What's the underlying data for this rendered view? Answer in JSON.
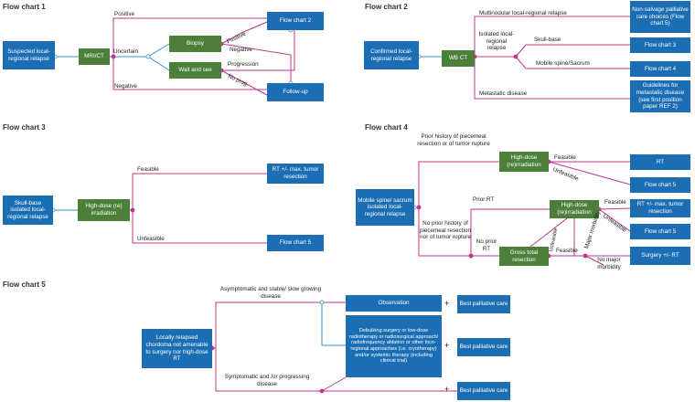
{
  "titles": {
    "fc1": "Flow chart 1",
    "fc2": "Flow chart 2",
    "fc3": "Flow chart 3",
    "fc4": "Flow chart 4",
    "fc5": "Flow chart 5"
  },
  "fc1": {
    "suspected": "Suspected local-regional relapse",
    "mri": "MRI/CT",
    "biopsy": "Biopsy",
    "wait": "Wait and see",
    "flowchart2": "Flow chart 2",
    "followup": "Follow-up",
    "positive_top": "Positive",
    "uncertain": "Uncertain",
    "negative_bottom": "Negative",
    "positive_biopsy": "Positive",
    "negative_biopsy": "Negative",
    "progression": "Progression",
    "no_prog": "No prog."
  },
  "fc2": {
    "confirmed": "Confirmed local-regional relapse",
    "wbct": "WB CT",
    "multinodular": "Multinodular local-regional relapse",
    "isolated": "Isolated local-regional relapse",
    "skull_base": "Skull-base",
    "mobile_spine": "Mobile spine/Sacrum",
    "metastatic": "Metastatic disease",
    "nonsalvage": "Non-salvage palliative care choices (Flow chart 5)",
    "flowchart3": "Flow chart 3",
    "flowchart4": "Flow chart 4",
    "guidelines": "Guidelines for metastatic disease (see first position paper REF 2)"
  },
  "fc3": {
    "skullbase": "Skull-base isolated local-regional relapse",
    "highdose": "High-dose (re) irradiation",
    "feasible": "Feasible",
    "unfeasible": "Unfeasible",
    "rt_resection": "RT +/- max. tumor resection",
    "flowchart5": "Flow chart 5"
  },
  "fc4": {
    "mobile": "Mobile spine/ sacrum isolated local-regional relapse",
    "prior_piecemeal": "Prior history of piecemeal resection or of tumor rupture",
    "highdose_top": "High-dose (re)irradiation",
    "feasible_top": "Feasible",
    "unfeasible_top": "Unfeasible",
    "rt": "RT",
    "flowchart5_top": "Flow chart 5",
    "prior_rt": "Prior RT",
    "highdose_mid": "High-dose (re)irradiation",
    "feasible_mid": "Feasible",
    "unfeasible_mid": "Unfeasible",
    "unfeasible_vert": "Unfeasible",
    "major_morbidity": "Major morbidity",
    "rt_max": "RT +/- max. tumor resection",
    "flowchart5_mid": "Flow chart 5",
    "no_prior_history": "No prior history of piecemeal resection nor of tumor rupture",
    "no_prior_rt": "No prior RT",
    "gross_total": "Gross total resection",
    "feasible_low": "Feasible",
    "no_major": "No major morbidity",
    "surgery_rt": "Surgery +/- RT"
  },
  "fc5": {
    "locally": "Locally relapsed chordoma not amenable to surgery nor high-dose RT",
    "asymptomatic": "Asymptomatic and stable/ slow growing disease",
    "symptomatic": "Symptomatic and /or progressing disease",
    "observation": "Observation",
    "debulking": "Debulking surgery or low-dose radiotherapy or radiosurgical approach/ radiofrequency ablation or other loco-regional approaches (i.e. cryotherapy) and/or systemic therapy (including clinical trial)",
    "plus": "+",
    "bpc1": "Best palliative care",
    "bpc2": "Best palliative care",
    "bpc3": "Best palliative care"
  },
  "colors": {
    "blue": "#1b6db4",
    "green": "#4b7f3a",
    "line_blue": "#3a8fd0",
    "line_pink": "#c2368c"
  }
}
